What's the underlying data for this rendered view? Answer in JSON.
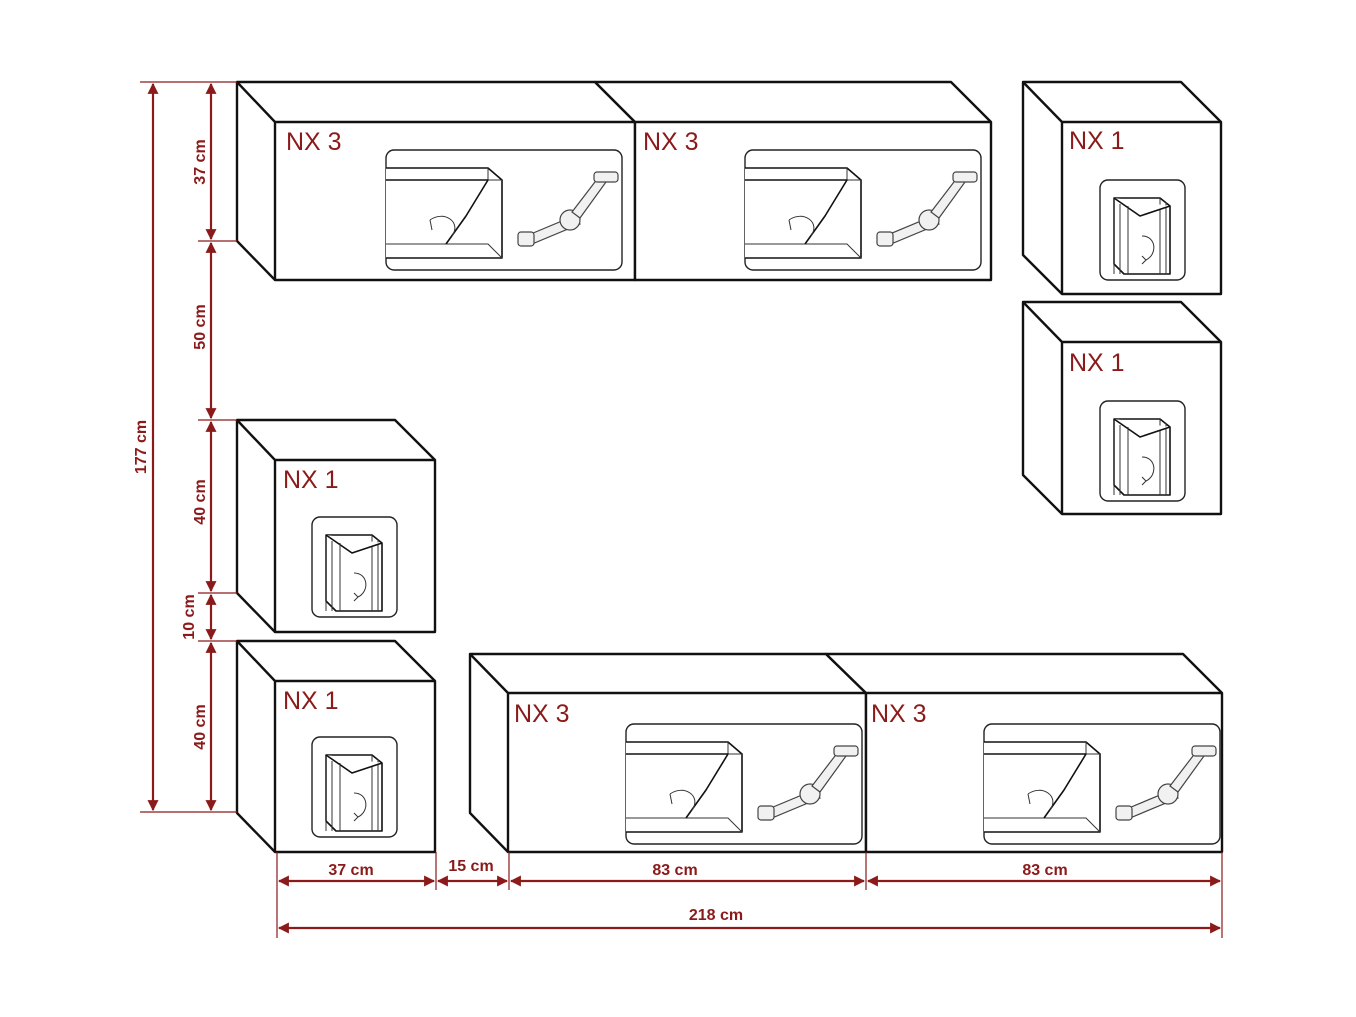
{
  "modules": {
    "top_left": "NX 3",
    "top_middle": "NX 3",
    "right_upper": "NX 1",
    "right_lower": "NX 1",
    "left_middle": "NX 1",
    "left_bottom": "NX 1",
    "bottom_left": "NX 3",
    "bottom_right": "NX 3"
  },
  "dimensions": {
    "total_height": "177 cm",
    "top_cabinet_height": "37 cm",
    "gap_top": "50 cm",
    "mid_cabinet_height": "40 cm",
    "gap_small": "10 cm",
    "bottom_cabinet_height": "40 cm",
    "width_small": "37 cm",
    "width_gap": "15 cm",
    "width_long_1": "83 cm",
    "width_long_2": "83 cm",
    "total_width": "218 cm"
  }
}
